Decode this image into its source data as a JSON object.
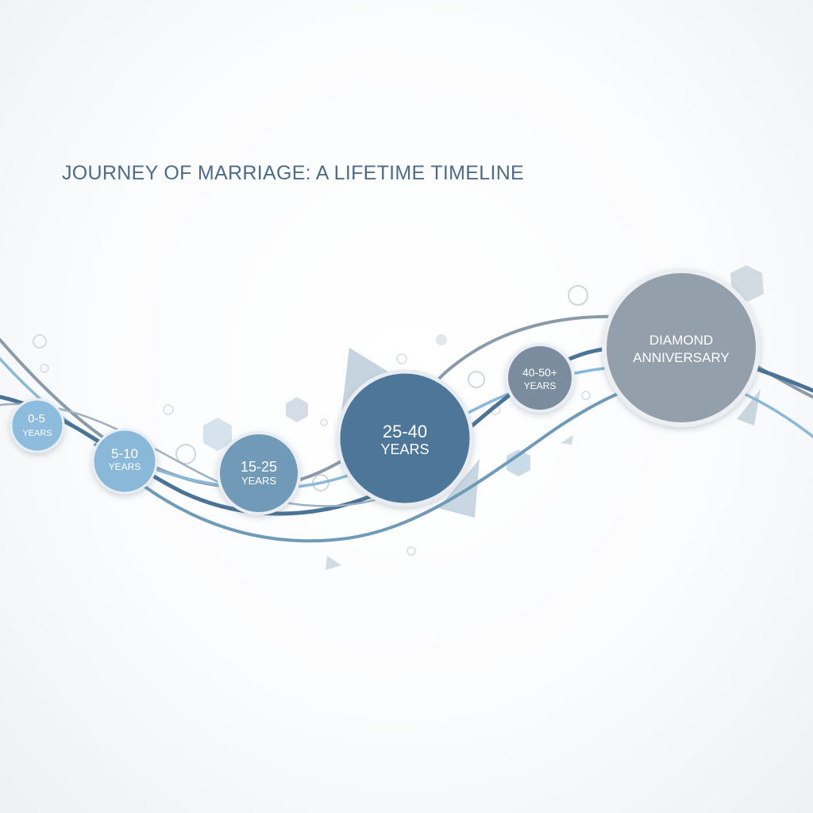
{
  "title": "JOURNEY OF MARRIAGE: A LIFETIME TIMELINE",
  "colors": {
    "title": "#4e6c86",
    "light_blue": "#8ab8d8",
    "mid_blue": "#6f9ab8",
    "deep_blue": "#4a7396",
    "slate": "#7a8c9d",
    "grey": "#939fab"
  },
  "milestones": [
    {
      "id": "0-5",
      "line1": "0-5",
      "line2": "YEARS"
    },
    {
      "id": "5-10",
      "line1": "5-10",
      "line2": "YEARS"
    },
    {
      "id": "15-25",
      "line1": "15-25",
      "line2": "YEARS"
    },
    {
      "id": "25-40",
      "line1": "25-40",
      "line2": "YEARS"
    },
    {
      "id": "40-50",
      "line1": "40-50+",
      "line2": "YEARS"
    },
    {
      "id": "diamond",
      "line1": "DIAMOND",
      "line2": "ANNIVERSARY"
    }
  ]
}
